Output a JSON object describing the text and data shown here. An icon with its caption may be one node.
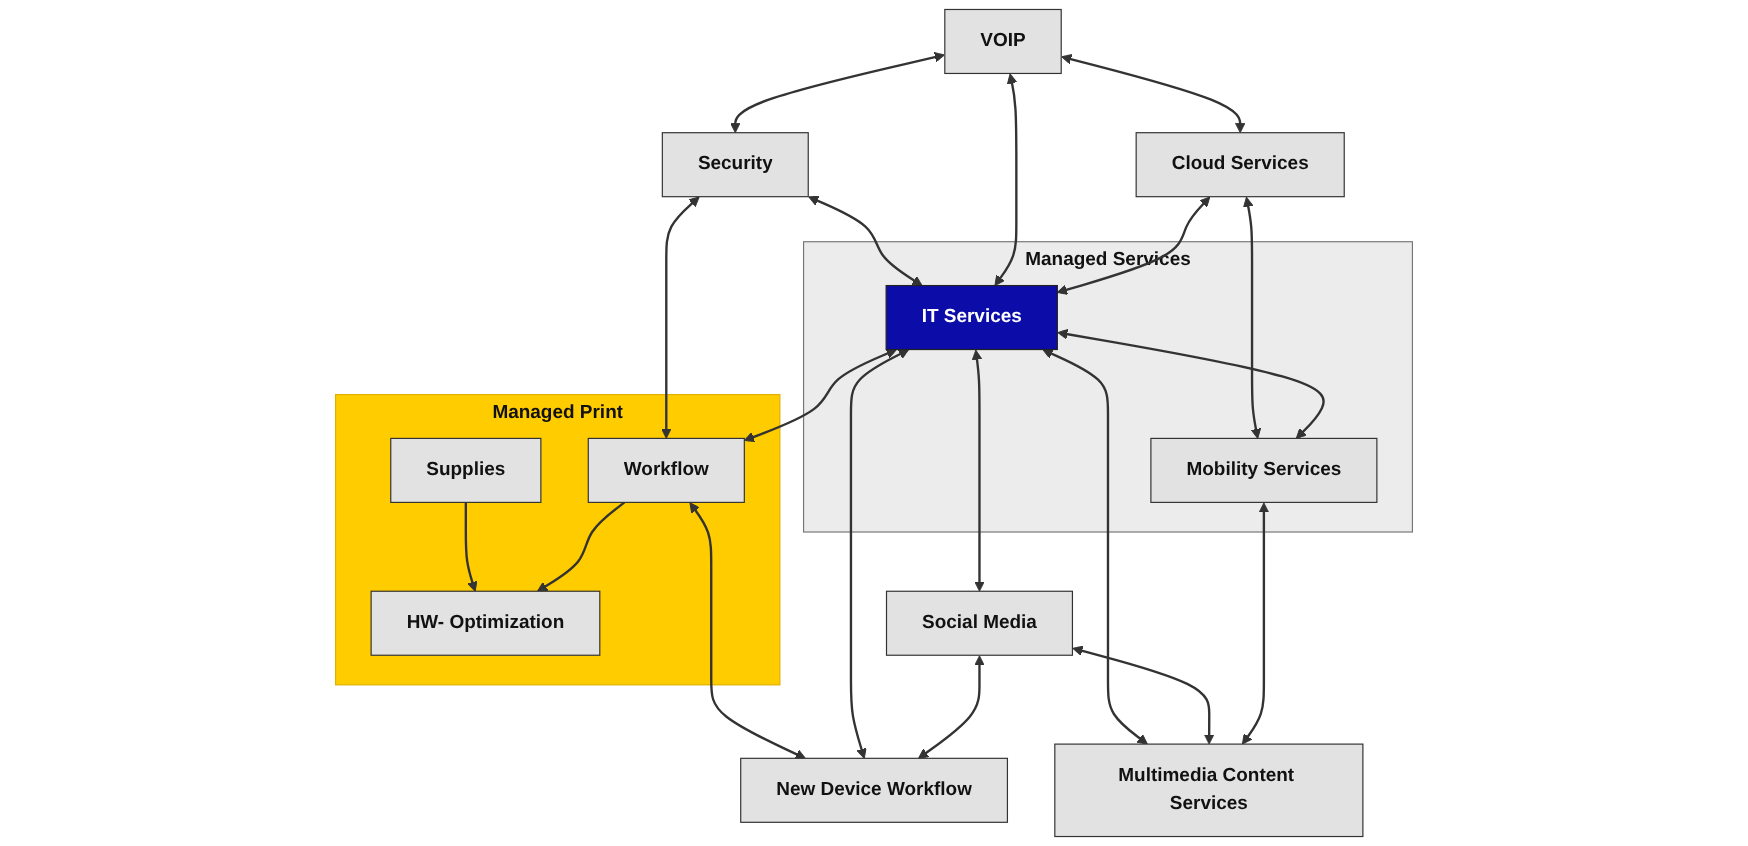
{
  "diagram": {
    "nodes": [
      {
        "text": [
          "Security"
        ]
      },
      {
        "text": [
          "VOIP"
        ]
      },
      {
        "text": [
          "Cloud Services"
        ]
      },
      {
        "text": [
          "Managed Print"
        ]
      },
      {
        "text": [
          "Supplies"
        ],
        "in": 3
      },
      {
        "text": [
          "HW- Optimization"
        ],
        "in": 3
      },
      {
        "text": [
          "Workflow"
        ],
        "in": 3
      },
      {
        "text": [
          "Managed Services"
        ]
      },
      {
        "text": [
          "IT Services"
        ],
        "in": 7
      },
      {
        "text": [
          "Mobility Services"
        ],
        "in": 7
      },
      {
        "text": [
          "New Device Workflow"
        ]
      },
      {
        "text": [
          "Social Media"
        ]
      },
      {
        "text": [
          "Multimedia Content Services"
        ]
      }
    ],
    "edges": [
      {
        "from": 1,
        "to": 0,
        "arrow": "both"
      },
      {
        "from": 1,
        "to": 2,
        "arrow": "both"
      },
      {
        "from": 0,
        "to": 8,
        "arrow": "both"
      },
      {
        "from": 1,
        "to": 8,
        "arrow": "both"
      },
      {
        "from": 2,
        "to": 8,
        "arrow": "both"
      },
      {
        "from": 0,
        "to": 6,
        "arrow": "both"
      },
      {
        "from": 2,
        "to": 9,
        "arrow": "both"
      },
      {
        "from": 4,
        "to": 5,
        "arrow": "to"
      },
      {
        "from": 6,
        "to": 5,
        "arrow": "to"
      },
      {
        "from": 8,
        "to": 6,
        "arrow": "both"
      },
      {
        "from": 8,
        "to": 9,
        "arrow": "both"
      },
      {
        "from": 6,
        "to": 10,
        "arrow": "both"
      },
      {
        "from": 8,
        "to": 10,
        "arrow": "both"
      },
      {
        "from": 8,
        "to": 11,
        "arrow": "both"
      },
      {
        "from": 8,
        "to": 12,
        "arrow": "both"
      },
      {
        "from": 11,
        "to": 10,
        "arrow": "both"
      },
      {
        "from": 11,
        "to": 12,
        "arrow": "both"
      },
      {
        "from": 9,
        "to": 12,
        "arrow": "both"
      }
    ]
  }
}
